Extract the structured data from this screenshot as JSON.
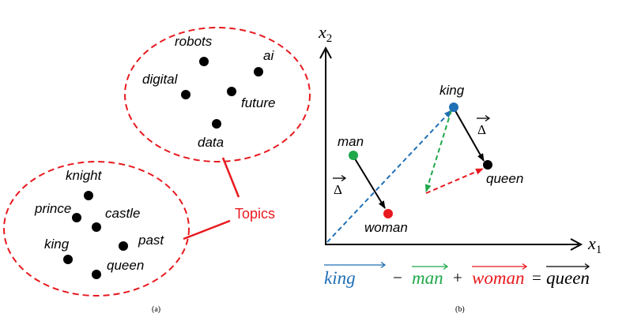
{
  "panel_a": {
    "caption": "(a)",
    "label": "Topics",
    "upper_cluster": [
      "robots",
      "ai",
      "digital",
      "future",
      "data"
    ],
    "lower_cluster": [
      "knight",
      "prince",
      "castle",
      "king",
      "past",
      "queen"
    ]
  },
  "panel_b": {
    "caption": "(b)",
    "axis_y": "x",
    "axis_y_sub": "2",
    "axis_x": "x",
    "axis_x_sub": "1",
    "points": {
      "king": "king",
      "queen": "queen",
      "man": "man",
      "woman": "woman"
    },
    "delta": "Δ",
    "equation": {
      "t1": "king",
      "op1": "−",
      "t2": "man",
      "op2": "+",
      "t3": "woman",
      "op3": "=",
      "t4": "queen"
    }
  },
  "colors": {
    "accent_red": "#e8191e",
    "king_blue": "#1f6fb5",
    "man_green": "#1fa84a",
    "black": "#000000"
  }
}
